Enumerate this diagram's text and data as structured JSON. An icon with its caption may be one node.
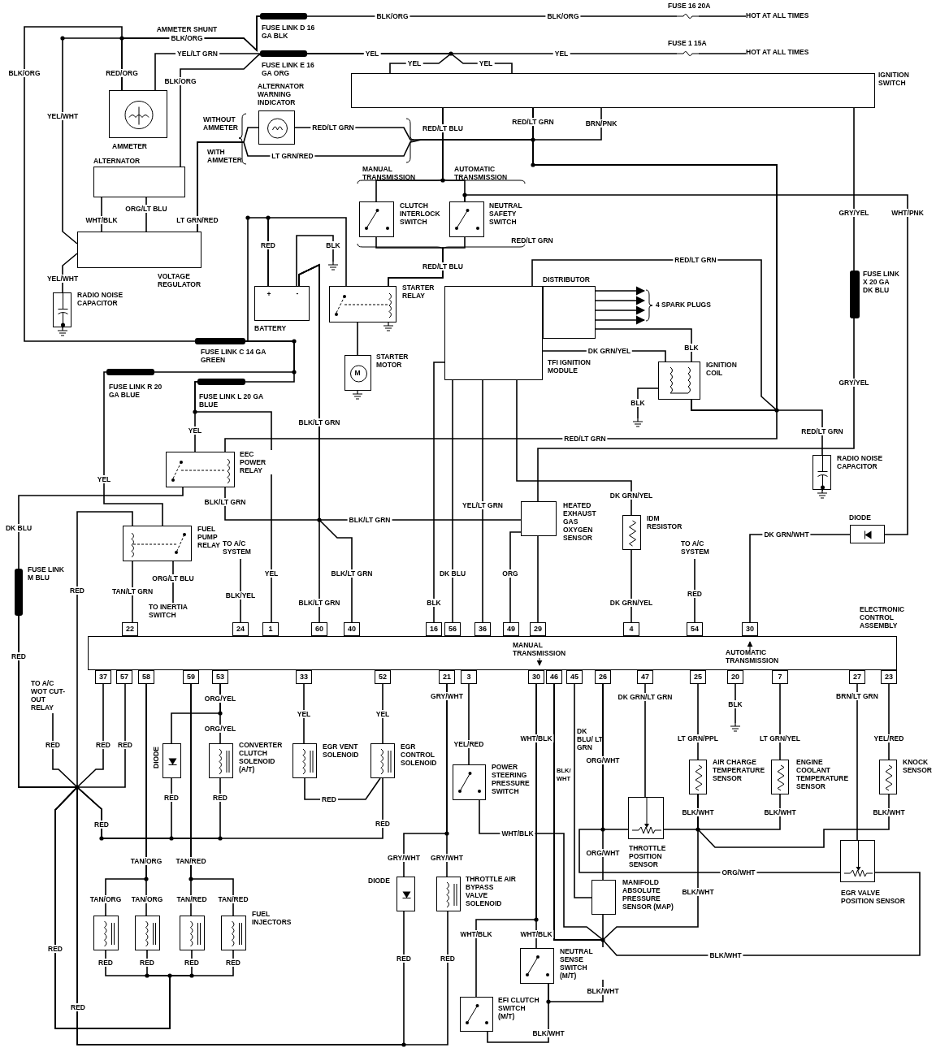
{
  "diagram": {
    "nodes": [
      {
        "text": [
          "FUSE LINK D 16 GA BLK"
        ]
      },
      {
        "text": [
          "FUSE LINK E 16 GA ORG"
        ]
      },
      {
        "text": [
          "FUSE 16 20A"
        ]
      },
      {
        "text": [
          "HOT AT ALL TIMES"
        ]
      },
      {
        "text": [
          "FUSE 1 15A"
        ]
      },
      {
        "text": [
          "HOT AT ALL TIMES"
        ]
      },
      {
        "text": [
          "IGNITION SWITCH"
        ]
      },
      {
        "text": [
          "AMMETER"
        ]
      },
      {
        "text": [
          "ALTERNATOR WARNING INDICATOR"
        ],
        "beside": [
          "WITHOUT AMMETER"
        ]
      },
      {
        "text": [
          "ALTERNATOR"
        ]
      },
      {
        "text": [
          "VOLTAGE REGULATOR"
        ]
      },
      {
        "text": [
          "RADIO NOISE CAPACITOR"
        ]
      },
      {
        "text": [
          "BATTERY"
        ]
      },
      {
        "text": [
          "STARTER RELAY"
        ]
      },
      {
        "text": [
          "CLUTCH INTERLOCK SWITCH"
        ],
        "beside": [
          "MANUAL TRANSMISSION"
        ]
      },
      {
        "text": [
          "NEUTRAL SAFETY SWITCH"
        ],
        "beside": [
          "AUTOMATIC TRANSMISSION"
        ]
      },
      {
        "text": [
          "STARTER MOTOR"
        ]
      },
      {
        "text": [
          "DISTRIBUTOR"
        ]
      },
      {
        "text": [
          "TFI IGNITION MODULE"
        ]
      },
      {
        "text": [
          "4 SPARK PLUGS"
        ]
      },
      {
        "text": [
          "IGNITION COIL"
        ]
      },
      {
        "text": [
          "FUSE LINK X 20 GA DK BLU"
        ]
      },
      {
        "text": [
          "RADIO NOISE CAPACITOR"
        ]
      },
      {
        "text": [
          "HEATED EXHAUST GAS OXYGEN SENSOR"
        ]
      },
      {
        "text": [
          "IDM RESISTOR"
        ]
      },
      {
        "text": [
          "DIODE"
        ]
      },
      {
        "text": [
          "FUSE LINK C 14 GA GREEN"
        ]
      },
      {
        "text": [
          "FUSE LINK R 20 GA BLUE"
        ]
      },
      {
        "text": [
          "FUSE LINK L 20 GA BLUE"
        ]
      },
      {
        "text": [
          "EEC POWER RELAY"
        ]
      },
      {
        "text": [
          "FUEL PUMP RELAY"
        ]
      },
      {
        "text": [
          "FUSE LINK M BLU"
        ]
      },
      {
        "text": [
          "TO A/C SYSTEM"
        ]
      },
      {
        "text": [
          "TO INERTIA SWITCH"
        ]
      },
      {
        "text": [
          "TO A/C SYSTEM"
        ]
      },
      {
        "text": [
          "ELECTRONIC CONTROL ASSEMBLY"
        ]
      },
      {
        "text": [
          "22"
        ]
      },
      {
        "text": [
          "24"
        ]
      },
      {
        "text": [
          "1"
        ]
      },
      {
        "text": [
          "60"
        ]
      },
      {
        "text": [
          "40"
        ]
      },
      {
        "text": [
          "16"
        ]
      },
      {
        "text": [
          "56"
        ]
      },
      {
        "text": [
          "36"
        ]
      },
      {
        "text": [
          "49"
        ]
      },
      {
        "text": [
          "29"
        ]
      },
      {
        "text": [
          "4"
        ]
      },
      {
        "text": [
          "54"
        ]
      },
      {
        "text": [
          "30"
        ]
      },
      {
        "text": [
          "37"
        ]
      },
      {
        "text": [
          "57"
        ]
      },
      {
        "text": [
          "58"
        ]
      },
      {
        "text": [
          "59"
        ]
      },
      {
        "text": [
          "53"
        ]
      },
      {
        "text": [
          "33"
        ]
      },
      {
        "text": [
          "52"
        ]
      },
      {
        "text": [
          "21"
        ]
      },
      {
        "text": [
          "3"
        ]
      },
      {
        "text": [
          "30"
        ]
      },
      {
        "text": [
          "46"
        ]
      },
      {
        "text": [
          "45"
        ]
      },
      {
        "text": [
          "26"
        ]
      },
      {
        "text": [
          "47"
        ]
      },
      {
        "text": [
          "25"
        ]
      },
      {
        "text": [
          "20"
        ]
      },
      {
        "text": [
          "7"
        ]
      },
      {
        "text": [
          "27"
        ]
      },
      {
        "text": [
          "23"
        ]
      },
      {
        "text": [
          "TO A/C WOT CUT-OUT RELAY"
        ]
      },
      {
        "text": [
          "DIODE"
        ]
      },
      {
        "text": [
          "CONVERTER CLUTCH SOLENOID (A/T)"
        ]
      },
      {
        "text": [
          "EGR VENT SOLENOID"
        ]
      },
      {
        "text": [
          "EGR CONTROL SOLENOID"
        ]
      },
      {
        "text": [
          "POWER STEERING PRESSURE SWITCH"
        ]
      },
      {
        "text": [
          "DIODE"
        ]
      },
      {
        "text": [
          "THROTTLE AIR BYPASS VALVE SOLENOID"
        ]
      },
      {
        "text": [],
        "shape": "box"
      },
      {
        "text": [],
        "shape": "box"
      },
      {
        "text": [],
        "shape": "box"
      },
      {
        "text": [],
        "shape": "box",
        "beside": [
          "FUEL INJECTORS"
        ]
      },
      {
        "text": [
          "NEUTRAL SENSE SWITCH (M/T)"
        ]
      },
      {
        "text": [
          "EFI CLUTCH SWITCH (M/T)"
        ]
      },
      {
        "text": [
          "THROTTLE POSITION SENSOR"
        ]
      },
      {
        "text": [
          "MANIFOLD ABSOLUTE PRESSURE SENSOR (MAP)"
        ]
      },
      {
        "text": [
          "AIR CHARGE TEMPERATURE SENSOR"
        ]
      },
      {
        "text": [
          "ENGINE COOLANT TEMPERATURE SENSOR"
        ]
      },
      {
        "text": [
          "KNOCK SENSOR"
        ]
      },
      {
        "text": [
          "EGR VALVE POSITION SENSOR"
        ]
      }
    ],
    "edges": [
      {
        "from": 0,
        "to": 2,
        "arrow": "none",
        "label": "BLK/ORG"
      },
      {
        "from": 2,
        "to": 3,
        "arrow": "none"
      },
      {
        "from": 1,
        "to": 4,
        "arrow": "none",
        "label": "YEL"
      },
      {
        "from": 4,
        "to": 5,
        "arrow": "none"
      },
      {
        "from": 1,
        "to": 6,
        "arrow": "none",
        "label": "YEL"
      },
      {
        "from": 1,
        "to": 6,
        "arrow": "none",
        "label": "YEL"
      },
      {
        "from": 7,
        "to": 1,
        "arrow": "none",
        "label": "YEL/LT GRN"
      },
      {
        "from": 7,
        "to": 0,
        "arrow": "none",
        "label": "BLK/ORG"
      },
      {
        "from": 9,
        "to": 1,
        "arrow": "none",
        "label": "BLK/ORG"
      },
      {
        "from": 26,
        "to": 7,
        "arrow": "none",
        "label": "BLK/ORG"
      },
      {
        "from": 10,
        "to": 0,
        "arrow": "none",
        "label": "YEL/WHT"
      },
      {
        "from": 10,
        "to": 11,
        "arrow": "none",
        "label": "YEL/WHT"
      },
      {
        "from": 9,
        "to": 10,
        "arrow": "none",
        "label": "WHT/BLK"
      },
      {
        "from": 9,
        "to": 10,
        "arrow": "none",
        "label": "ORG/LT BLU"
      },
      {
        "from": 10,
        "to": 8,
        "arrow": "none",
        "label": "LT GRN/RED"
      },
      {
        "from": 10,
        "to": 6,
        "arrow": "none",
        "label": "LT GRN/RED"
      },
      {
        "from": 8,
        "to": 6,
        "arrow": "none",
        "label": "RED/LT GRN"
      },
      {
        "from": 6,
        "to": 14,
        "arrow": "none",
        "label": "RED/LT BLU"
      },
      {
        "from": 6,
        "to": 15,
        "arrow": "none"
      },
      {
        "from": 14,
        "to": 13,
        "arrow": "none",
        "label": "RED/LT BLU"
      },
      {
        "from": 15,
        "to": 13,
        "arrow": "none"
      },
      {
        "from": 15,
        "to": 25,
        "arrow": "none",
        "label": "WHT/PNK"
      },
      {
        "from": 25,
        "to": 48,
        "arrow": "none",
        "label": "DK GRN/WHT"
      },
      {
        "from": 6,
        "to": 21,
        "arrow": "none",
        "label": "GRY/YEL"
      },
      {
        "from": 21,
        "to": 23,
        "arrow": "none",
        "label": "GRY/YEL"
      },
      {
        "from": 6,
        "to": 20,
        "arrow": "none",
        "label": "RED/LT GRN"
      },
      {
        "from": 6,
        "to": 20,
        "arrow": "none",
        "label": "BRN/PNK"
      },
      {
        "from": 6,
        "to": 22,
        "arrow": "none",
        "label": "RED/LT GRN"
      },
      {
        "from": 6,
        "to": 29,
        "arrow": "none",
        "label": "RED/LT GRN"
      },
      {
        "from": 18,
        "to": 20,
        "arrow": "none",
        "label": "RED/LT GRN"
      },
      {
        "from": 17,
        "to": 20,
        "arrow": "none",
        "label": "BLK"
      },
      {
        "from": 18,
        "to": 20,
        "arrow": "none",
        "label": "DK GRN/YEL"
      },
      {
        "from": 20,
        "to": null,
        "arrow": "none",
        "label": "BLK"
      },
      {
        "from": 17,
        "to": 19,
        "arrow": "to"
      },
      {
        "from": 17,
        "to": 19,
        "arrow": "to"
      },
      {
        "from": 17,
        "to": 19,
        "arrow": "to"
      },
      {
        "from": 17,
        "to": 19,
        "arrow": "to"
      },
      {
        "from": 12,
        "to": 26,
        "arrow": "none",
        "label": "RED"
      },
      {
        "from": 12,
        "to": 13,
        "arrow": "none"
      },
      {
        "from": 12,
        "to": null,
        "arrow": "none",
        "label": "BLK"
      },
      {
        "from": 12,
        "to": 39,
        "arrow": "none",
        "label": "BLK/LT GRN"
      },
      {
        "from": 12,
        "to": 29,
        "arrow": "none",
        "label": "BLK/LT GRN"
      },
      {
        "from": 12,
        "to": 23,
        "arrow": "none",
        "label": "BLK/LT GRN"
      },
      {
        "from": 12,
        "to": 40,
        "arrow": "none",
        "label": "BLK/LT GRN"
      },
      {
        "from": 13,
        "to": 16,
        "arrow": "none"
      },
      {
        "from": 26,
        "to": 28,
        "arrow": "none"
      },
      {
        "from": 26,
        "to": 27,
        "arrow": "none"
      },
      {
        "from": 28,
        "to": 38,
        "arrow": "none",
        "label": "YEL"
      },
      {
        "from": 28,
        "to": 29,
        "arrow": "none",
        "label": "YEL"
      },
      {
        "from": 27,
        "to": 30,
        "arrow": "none",
        "label": "YEL"
      },
      {
        "from": 29,
        "to": 31,
        "arrow": "none",
        "label": "DK BLU"
      },
      {
        "from": 30,
        "to": 36,
        "arrow": "none",
        "label": "TAN/LT GRN"
      },
      {
        "from": 30,
        "to": 33,
        "arrow": "none",
        "label": "ORG/LT BLU"
      },
      {
        "from": 32,
        "to": 37,
        "arrow": "none",
        "label": "BLK/YEL"
      },
      {
        "from": 18,
        "to": 41,
        "arrow": "none",
        "label": "BLK"
      },
      {
        "from": 18,
        "to": 42,
        "arrow": "none",
        "label": "DK BLU"
      },
      {
        "from": 18,
        "to": 43,
        "arrow": "none",
        "label": "YEL/LT GRN"
      },
      {
        "from": 18,
        "to": 24,
        "arrow": "none",
        "label": "DK GRN/YEL"
      },
      {
        "from": 23,
        "to": 44,
        "arrow": "none",
        "label": "ORG"
      },
      {
        "from": 23,
        "to": 45,
        "arrow": "none"
      },
      {
        "from": 24,
        "to": 46,
        "arrow": "none",
        "label": "DK GRN/YEL"
      },
      {
        "from": 34,
        "to": 47,
        "arrow": "none",
        "label": "RED"
      },
      {
        "from": 31,
        "to": 68,
        "arrow": "none",
        "label": "RED"
      },
      {
        "from": 31,
        "to": 49,
        "arrow": "none",
        "label": "RED"
      },
      {
        "from": 31,
        "to": 50,
        "arrow": "none",
        "label": "RED"
      },
      {
        "from": 31,
        "to": 30,
        "arrow": "none",
        "label": "RED"
      },
      {
        "from": 31,
        "to": 72,
        "arrow": "none",
        "label": "RED"
      },
      {
        "from": 31,
        "to": 70,
        "arrow": "none",
        "label": "RED"
      },
      {
        "from": 31,
        "to": 69,
        "arrow": "none",
        "label": "RED"
      },
      {
        "from": 31,
        "to": 76,
        "arrow": "none",
        "label": "RED"
      },
      {
        "from": 31,
        "to": 77,
        "arrow": "none",
        "label": "RED"
      },
      {
        "from": 31,
        "to": 78,
        "arrow": "none",
        "label": "RED"
      },
      {
        "from": 31,
        "to": 79,
        "arrow": "none",
        "label": "RED"
      },
      {
        "from": 31,
        "to": 74,
        "arrow": "none",
        "label": "RED"
      },
      {
        "from": 31,
        "to": 75,
        "arrow": "none",
        "label": "RED"
      },
      {
        "from": 71,
        "to": 72,
        "arrow": "none",
        "label": "RED"
      },
      {
        "from": 51,
        "to": 76,
        "arrow": "none",
        "label": "TAN/ORG"
      },
      {
        "from": 51,
        "to": 77,
        "arrow": "none",
        "label": "TAN/ORG"
      },
      {
        "from": 52,
        "to": 78,
        "arrow": "none",
        "label": "TAN/RED"
      },
      {
        "from": 52,
        "to": 79,
        "arrow": "none",
        "label": "TAN/RED"
      },
      {
        "from": 53,
        "to": 70,
        "arrow": "none",
        "label": "ORG/YEL"
      },
      {
        "from": 53,
        "to": 69,
        "arrow": "none"
      },
      {
        "from": 54,
        "to": 71,
        "arrow": "none",
        "label": "YEL"
      },
      {
        "from": 55,
        "to": 72,
        "arrow": "none",
        "label": "YEL"
      },
      {
        "from": 56,
        "to": 74,
        "arrow": "none",
        "label": "GRY/WHT"
      },
      {
        "from": 56,
        "to": 75,
        "arrow": "none",
        "label": "GRY/WHT"
      },
      {
        "from": 57,
        "to": 73,
        "arrow": "none",
        "label": "YEL/RED"
      },
      {
        "from": 73,
        "to": 59,
        "arrow": "none",
        "label": "WHT/BLK"
      },
      {
        "from": 58,
        "to": 80,
        "arrow": "none",
        "label": "WHT/BLK"
      },
      {
        "from": 58,
        "to": 81,
        "arrow": "none",
        "label": "WHT/BLK"
      },
      {
        "from": 81,
        "to": 80,
        "arrow": "none",
        "label": "BLK/WHT"
      },
      {
        "from": 80,
        "to": 59,
        "arrow": "none",
        "label": "BLK/WHT"
      },
      {
        "from": 83,
        "to": 59,
        "arrow": "none"
      },
      {
        "from": 84,
        "to": 59,
        "arrow": "none",
        "label": "BLK/WHT"
      },
      {
        "from": 87,
        "to": 59,
        "arrow": "none",
        "label": "BLK/WHT"
      },
      {
        "from": 60,
        "to": 83,
        "arrow": "none",
        "label": "DK BLU/ LT GRN"
      },
      {
        "from": 61,
        "to": 82,
        "arrow": "none",
        "label": "ORG/WHT"
      },
      {
        "from": 61,
        "to": 83,
        "arrow": "none",
        "label": "ORG/WHT"
      },
      {
        "from": 61,
        "to": 87,
        "arrow": "none",
        "label": "ORG/WHT"
      },
      {
        "from": 62,
        "to": 82,
        "arrow": "none",
        "label": "DK GRN/LT GRN"
      },
      {
        "from": 63,
        "to": 84,
        "arrow": "none",
        "label": "LT GRN/PPL"
      },
      {
        "from": 64,
        "to": null,
        "arrow": "none",
        "label": "BLK"
      },
      {
        "from": 65,
        "to": 85,
        "arrow": "none",
        "label": "LT GRN/YEL"
      },
      {
        "from": 66,
        "to": 87,
        "arrow": "none",
        "label": "BRN/LT GRN"
      },
      {
        "from": 67,
        "to": 86,
        "arrow": "none",
        "label": "YEL/RED"
      },
      {
        "from": 82,
        "to": 84,
        "arrow": "none",
        "label": "BLK/WHT"
      },
      {
        "from": 85,
        "to": 84,
        "arrow": "none",
        "label": "BLK/WHT"
      },
      {
        "from": 86,
        "to": 84,
        "arrow": "none",
        "label": "BLK/WHT"
      }
    ],
    "labels": [
      "AMMETER SHUNT",
      "RED/ORG",
      "BLK/ORG",
      "YEL",
      "WITH AMMETER",
      "RED/LT GRN",
      "+",
      "-",
      "M",
      "BLK/LT GRN",
      "MANUAL TRANSMISSION",
      "AUTOMATIC TRANSMISSION",
      "RED",
      "RED",
      "RED",
      "RED",
      "TAN/ORG",
      "TAN/RED",
      "ORG/YEL",
      "GRY/WHT",
      "WHT/BLK",
      "BLK/ WHT"
    ]
  }
}
